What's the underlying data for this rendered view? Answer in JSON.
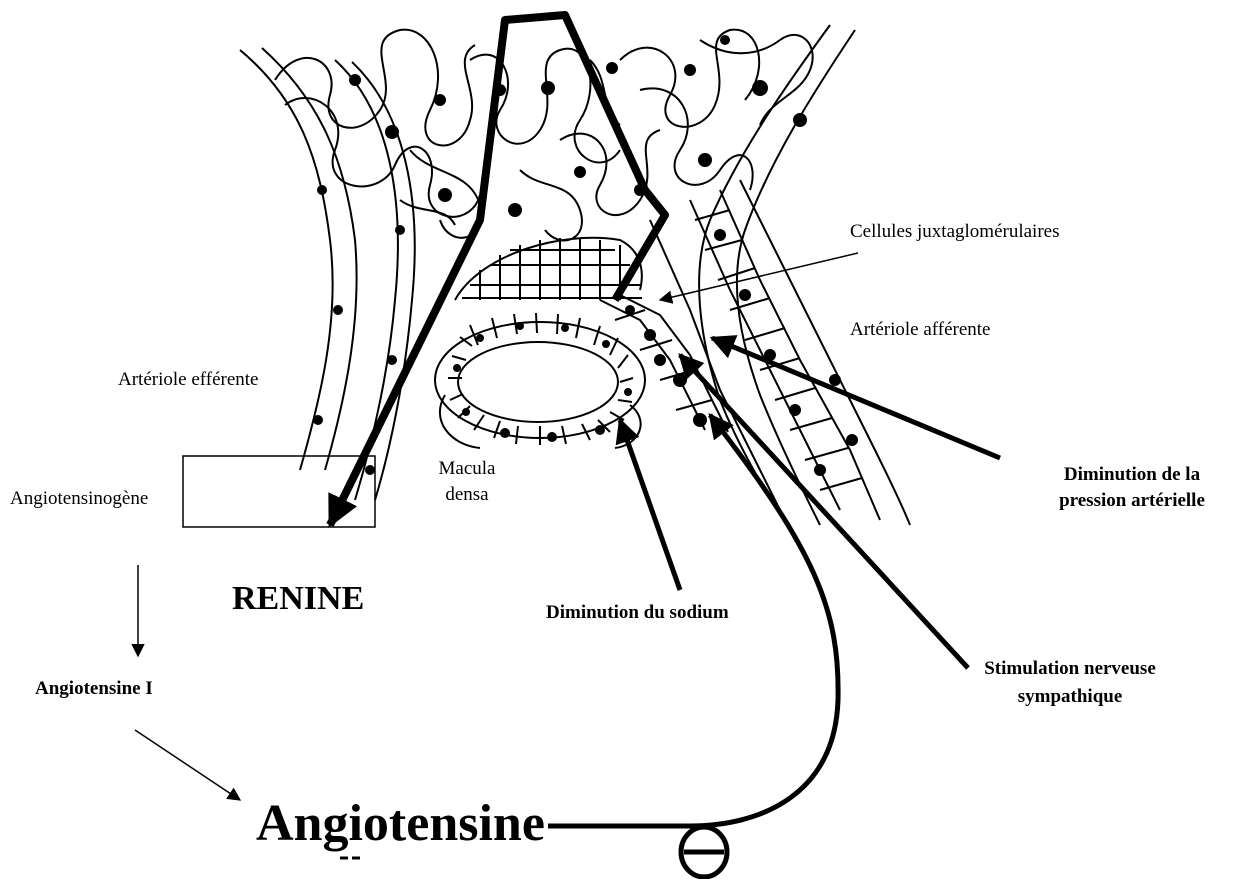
{
  "labels": {
    "juxtaglomerular_cells": "Cellules juxtaglomérulaires",
    "afferent_arteriole": "Artériole afférente",
    "efferent_arteriole": "Artériole efférente",
    "macula_densa_line1": "Macula",
    "macula_densa_line2": "densa",
    "angiotensinogen": "Angiotensinogène",
    "renin": "RENINE",
    "angiotensin_1": "Angiotensine I",
    "angiotensin_2": "Angiotensine",
    "pressure_drop_line1": "Diminution de la",
    "pressure_drop_line2": "pression artérielle",
    "sodium_drop": "Diminution du sodium",
    "sympathetic_line1": "Stimulation nerveuse",
    "sympathetic_line2": "sympathique",
    "inhibition_symbol": "−"
  },
  "colors": {
    "ink": "#000000",
    "background": "#ffffff"
  }
}
